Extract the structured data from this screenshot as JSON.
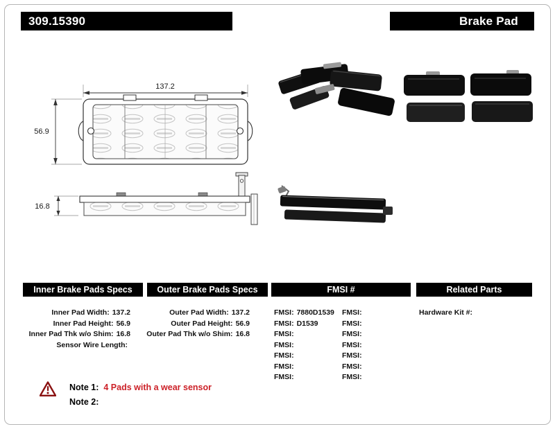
{
  "header": {
    "part_number": "309.15390",
    "title": "Brake Pad"
  },
  "drawing": {
    "width_dim": "137.2",
    "height_dim": "56.9",
    "thickness_dim": "16.8"
  },
  "tables": {
    "inner": {
      "header": "Inner Brake Pads Specs",
      "rows": [
        {
          "label": "Inner Pad Width:",
          "value": "137.2"
        },
        {
          "label": "Inner Pad Height:",
          "value": "56.9"
        },
        {
          "label": "Inner Pad Thk w/o Shim:",
          "value": "16.8"
        },
        {
          "label": "Sensor Wire Length:",
          "value": ""
        }
      ]
    },
    "outer": {
      "header": "Outer Brake Pads Specs",
      "rows": [
        {
          "label": "Outer Pad Width:",
          "value": "137.2"
        },
        {
          "label": "Outer Pad Height:",
          "value": "56.9"
        },
        {
          "label": "Outer Pad Thk w/o Shim:",
          "value": "16.8"
        }
      ]
    },
    "fmsi": {
      "header": "FMSI #",
      "left_rows": [
        {
          "label": "FMSI:",
          "value": "7880D1539"
        },
        {
          "label": "FMSI:",
          "value": "D1539"
        },
        {
          "label": "FMSI:",
          "value": ""
        },
        {
          "label": "FMSI:",
          "value": ""
        },
        {
          "label": "FMSI:",
          "value": ""
        },
        {
          "label": "FMSI:",
          "value": ""
        },
        {
          "label": "FMSI:",
          "value": ""
        }
      ],
      "right_rows": [
        {
          "label": "FMSI:",
          "value": ""
        },
        {
          "label": "FMSI:",
          "value": ""
        },
        {
          "label": "FMSI:",
          "value": ""
        },
        {
          "label": "FMSI:",
          "value": ""
        },
        {
          "label": "FMSI:",
          "value": ""
        },
        {
          "label": "FMSI:",
          "value": ""
        },
        {
          "label": "FMSI:",
          "value": ""
        }
      ]
    },
    "related": {
      "header": "Related Parts",
      "rows": [
        {
          "label": "Hardware Kit #:",
          "value": ""
        }
      ]
    }
  },
  "notes": {
    "note1_label": "Note 1:",
    "note1_text": "4 Pads with a wear sensor",
    "note2_label": "Note 2:"
  },
  "colors": {
    "header_bar": "#000000",
    "note_red": "#cc2128",
    "warning_red": "#8a1111"
  }
}
